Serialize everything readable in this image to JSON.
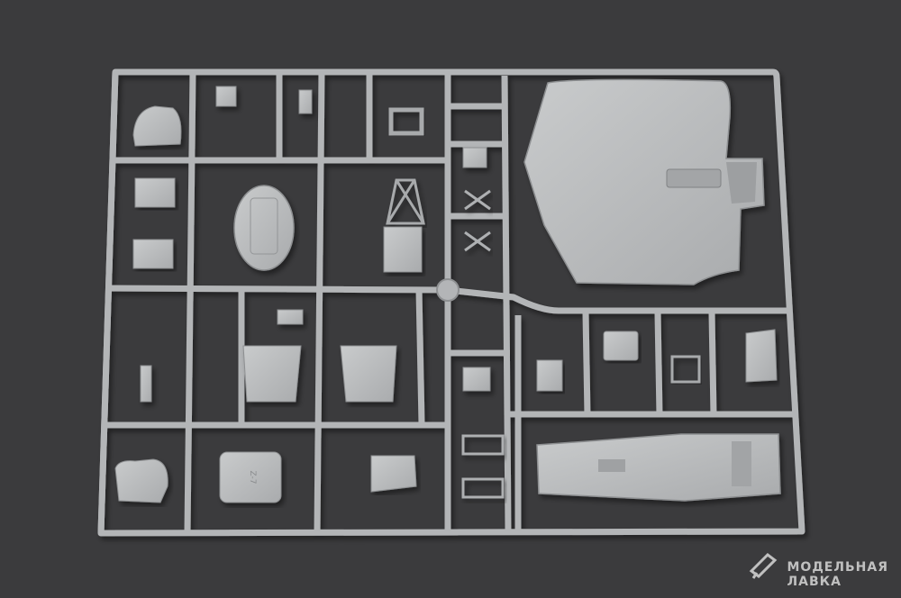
{
  "photo": {
    "subject": "plastic-model-sprue",
    "background_color": "#3b3b3d",
    "plastic_color": "#b8babb",
    "plastic_shadow": "#8d8f91"
  },
  "watermark": {
    "line1": "МОДЕЛЬНАЯ",
    "line2": "ЛАВКА",
    "icon": "brush-icon"
  },
  "parts": {
    "panel_label": "Z-7"
  }
}
